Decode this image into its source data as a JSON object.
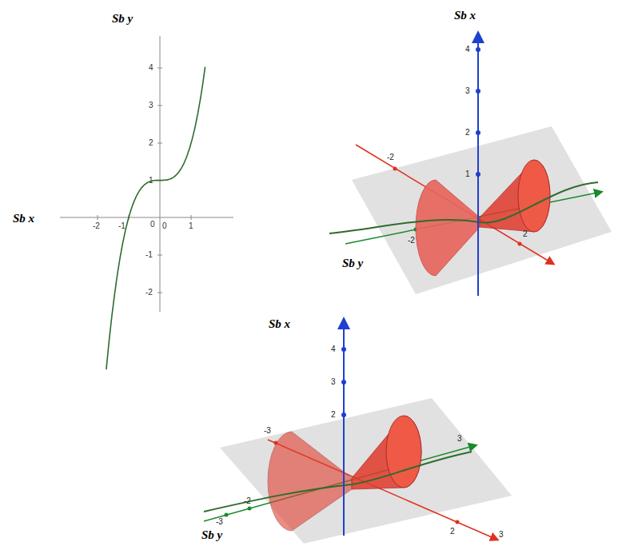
{
  "diagram": {
    "labels": [
      "Sb y",
      "Sb x",
      "4",
      "3",
      "2",
      "1",
      "0",
      "-1",
      "-2",
      "-2",
      "-1",
      "0",
      "1",
      "Sb x",
      "4",
      "3",
      "2",
      "1",
      "-2",
      "2",
      "-2",
      "Sb y",
      "Sb x",
      "4",
      "3",
      "2",
      "-3",
      "3",
      "-3",
      "-2",
      "Sb y",
      "2",
      "3"
    ]
  }
}
